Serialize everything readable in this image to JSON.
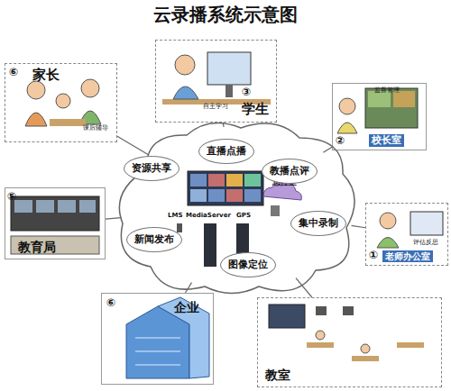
{
  "diagram": {
    "title": "云录播系统示意图",
    "nodes": [
      {
        "text": [
          "家长",
          "课后辅导"
        ]
      },
      {
        "text": [
          "学生",
          "自主学习"
        ]
      },
      {
        "text": [
          "校长室",
          "监督管理"
        ]
      },
      {
        "text": [
          "总控室"
        ]
      },
      {
        "text": [
          "资源共享"
        ],
        "in": 3
      },
      {
        "text": [
          "直播点播"
        ],
        "in": 3
      },
      {
        "text": [
          "教播点评"
        ],
        "in": 3
      },
      {
        "text": [
          "集中录制"
        ],
        "in": 3
      },
      {
        "text": [
          "图像定位"
        ],
        "in": 3
      },
      {
        "text": [
          "新闻发布"
        ],
        "in": 3
      },
      {
        "text": [
          "教育局"
        ]
      },
      {
        "text": [
          "老师办公室",
          "评估反思"
        ]
      },
      {
        "text": [
          "企业"
        ]
      },
      {
        "text": [
          "教室"
        ]
      }
    ],
    "edges": [
      {
        "from": 3,
        "to": 0,
        "arrow": "none"
      },
      {
        "from": 3,
        "to": 1,
        "arrow": "none"
      },
      {
        "from": 3,
        "to": 2,
        "arrow": "none"
      },
      {
        "from": 3,
        "to": 10,
        "arrow": "none"
      },
      {
        "from": 3,
        "to": 11,
        "arrow": "none"
      },
      {
        "from": 3,
        "to": 12,
        "arrow": "none"
      },
      {
        "from": 3,
        "to": 13,
        "arrow": "none"
      }
    ],
    "labels": [
      "⑥",
      "③",
      "②",
      "①",
      "⑤",
      "⑥",
      "LMS",
      "MediaServer",
      "GPS"
    ]
  }
}
